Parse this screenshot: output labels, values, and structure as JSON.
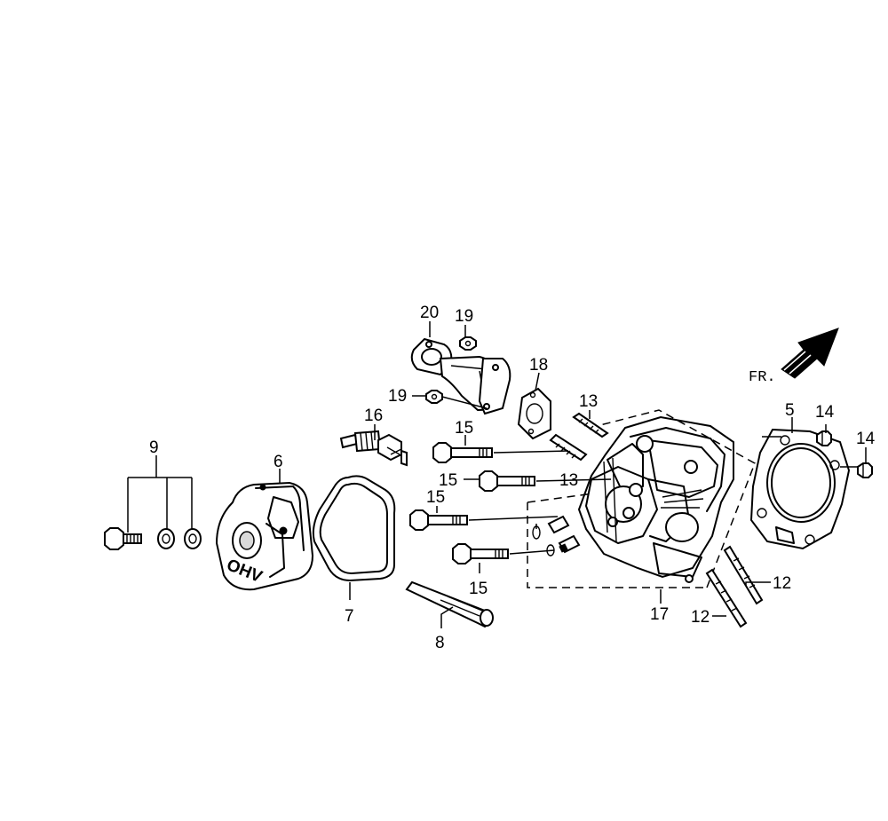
{
  "front_marker": "FR.",
  "engraving": "OHV",
  "callouts": {
    "c5": "5",
    "c6": "6",
    "c7": "7",
    "c8": "8",
    "c9": "9",
    "c12a": "12",
    "c12b": "12",
    "c13a": "13",
    "c13b": "13",
    "c14a": "14",
    "c14b": "14",
    "c15a": "15",
    "c15b": "15",
    "c15c": "15",
    "c15d": "15",
    "c16": "16",
    "c17": "17",
    "c18": "18",
    "c19a": "19",
    "c19b": "19",
    "c20": "20"
  }
}
